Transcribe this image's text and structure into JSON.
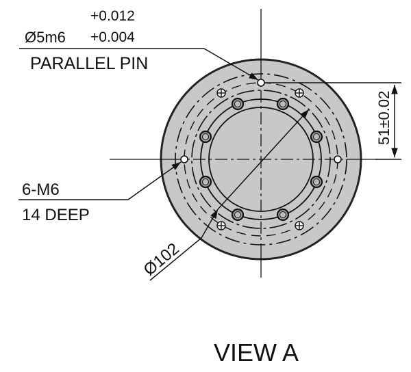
{
  "drawing": {
    "pin_spec": {
      "diameter": "Ø5m6",
      "tol_upper": "+0.012",
      "tol_lower": "+0.004",
      "name": "PARALLEL PIN"
    },
    "thread_spec": {
      "count_size": "6-M6",
      "depth": "14 DEEP"
    },
    "pcd_label": "Ø102",
    "offset_label": "51±0.02",
    "view_label": "VIEW A",
    "colors": {
      "face": "#c8c8c8",
      "line": "#111111",
      "background": "#ffffff"
    }
  }
}
